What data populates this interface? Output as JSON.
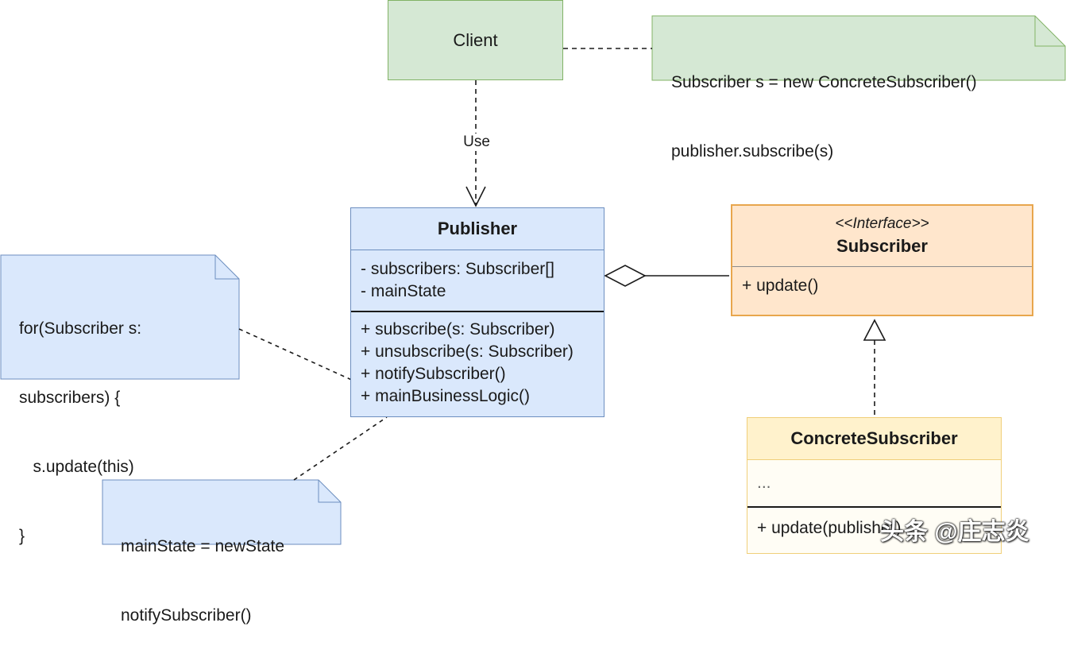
{
  "client": {
    "label": "Client"
  },
  "use_label": "Use",
  "notes": {
    "client_note": [
      "Subscriber s = new ConcreteSubscriber()",
      "publisher.subscribe(s)"
    ],
    "notify_note": [
      "for(Subscriber s:",
      "subscribers) {",
      "   s.update(this)",
      "}"
    ],
    "logic_note": [
      "mainState = newState",
      "notifySubscriber()"
    ]
  },
  "publisher": {
    "name": "Publisher",
    "attributes": [
      "- subscribers: Subscriber[]",
      "- mainState"
    ],
    "operations": [
      "+ subscribe(s: Subscriber)",
      "+ unsubscribe(s: Subscriber)",
      "+ notifySubscriber()",
      "+ mainBusinessLogic()"
    ]
  },
  "subscriber": {
    "stereotype": "<<Interface>>",
    "name": "Subscriber",
    "operations": [
      "+ update()"
    ]
  },
  "concrete_subscriber": {
    "name": "ConcreteSubscriber",
    "attributes": [
      "..."
    ],
    "operations": [
      "+ update(publisher)"
    ]
  },
  "watermark": "头条 @庄志炎",
  "colors": {
    "green_fill": "#d5e8d4",
    "green_stroke": "#82b366",
    "blue_fill": "#dae8fc",
    "blue_stroke": "#6c8ebf",
    "orange_fill": "#ffe6cc",
    "orange_stroke": "#e8a64d",
    "yellow_fill": "#fff2cc",
    "yellow_stroke": "#f0cf7a"
  }
}
